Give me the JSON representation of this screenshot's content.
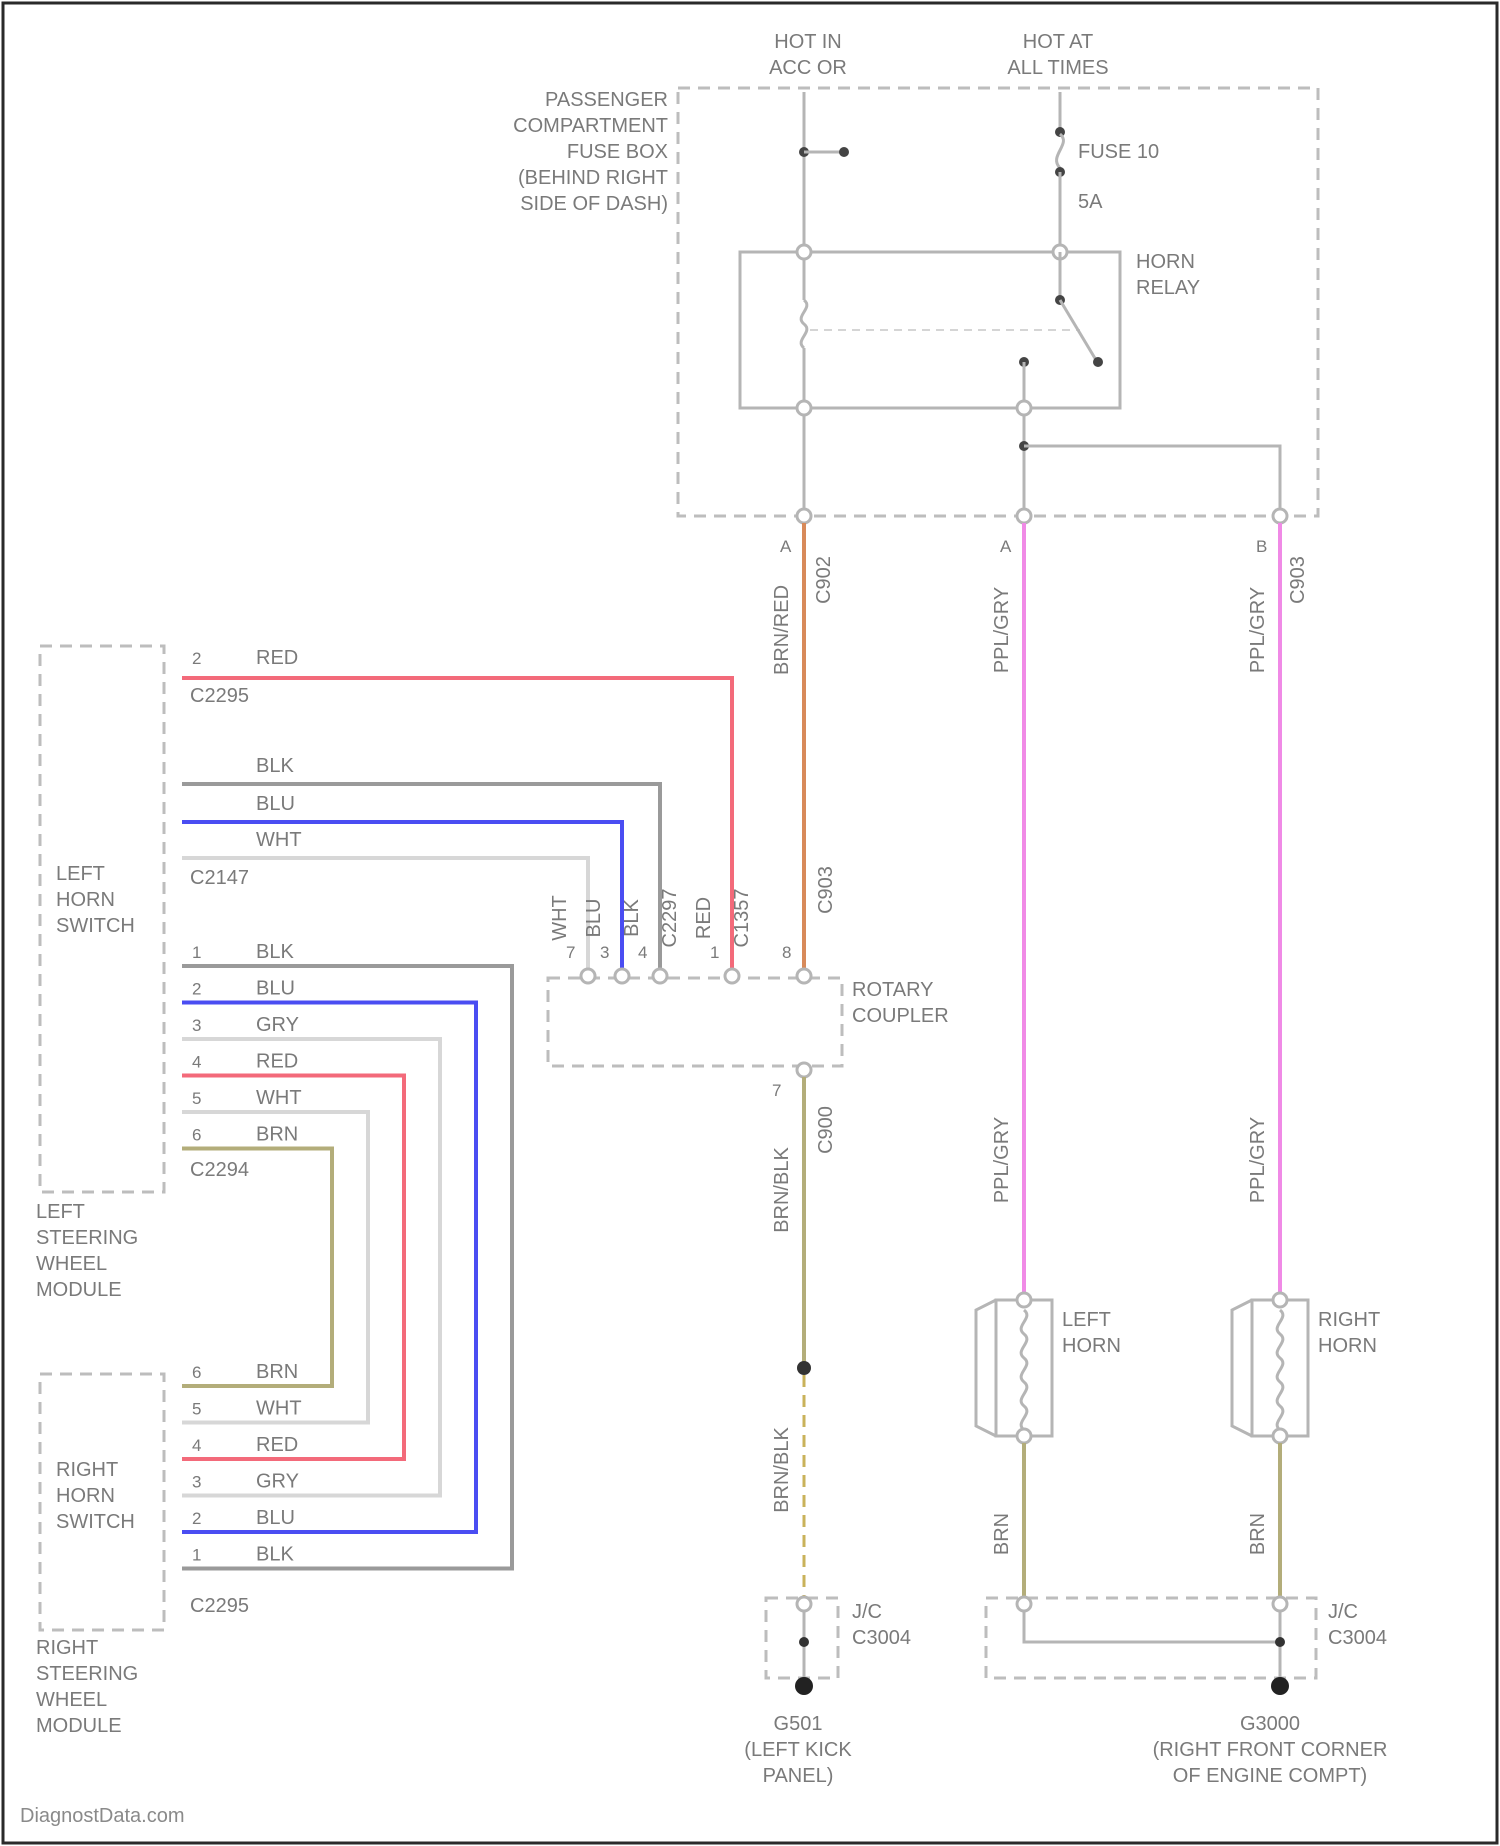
{
  "colors": {
    "red": "#f36a7a",
    "blue": "#4a4df2",
    "gray": "#9a9a9a",
    "light": "#d7d7d7",
    "orange": "#d88a5a",
    "pink": "#f08ae6",
    "tan": "#b3ad7a",
    "frame": "#bdbdbd",
    "text": "#7a7a7a"
  },
  "power": {
    "hot_acc_l1": "HOT IN",
    "hot_acc_l2": "ACC OR",
    "hot_all_l1": "HOT AT",
    "hot_all_l2": "ALL TIMES"
  },
  "fusebox": {
    "l1": "PASSENGER",
    "l2": "COMPARTMENT",
    "l3": "FUSE BOX",
    "l4": "(BEHIND RIGHT",
    "l5": "SIDE OF DASH)",
    "fuse": "FUSE 10",
    "amp": "5A",
    "relay_l1": "HORN",
    "relay_l2": "RELAY"
  },
  "fusebox_out": {
    "pin_a": "A",
    "wire_a": "BRN/RED",
    "conn_a": "C902",
    "pin_b": "A",
    "wire_b": "PPL/GRY",
    "pin_c": "B",
    "wire_c": "PPL/GRY",
    "conn_c": "C903"
  },
  "left_module": {
    "switch_l1": "LEFT",
    "switch_l2": "HORN",
    "switch_l3": "SWITCH",
    "module_l1": "LEFT",
    "module_l2": "STEERING",
    "module_l3": "WHEEL",
    "module_l4": "MODULE",
    "top_pin": "2",
    "top_wire": "RED",
    "top_conn": "C2295",
    "mid_wire1": "BLK",
    "mid_wire2": "BLU",
    "mid_wire3": "WHT",
    "mid_conn": "C2147",
    "conn_bottom": "C2294"
  },
  "right_module": {
    "switch_l1": "RIGHT",
    "switch_l2": "HORN",
    "switch_l3": "SWITCH",
    "module_l1": "RIGHT",
    "module_l2": "STEERING",
    "module_l3": "WHEEL",
    "module_l4": "MODULE",
    "conn": "C2295"
  },
  "left_pins": [
    {
      "pin": "1",
      "wire": "BLK"
    },
    {
      "pin": "2",
      "wire": "BLU"
    },
    {
      "pin": "3",
      "wire": "GRY"
    },
    {
      "pin": "4",
      "wire": "RED"
    },
    {
      "pin": "5",
      "wire": "WHT"
    },
    {
      "pin": "6",
      "wire": "BRN"
    }
  ],
  "right_pins": [
    {
      "pin": "6",
      "wire": "BRN"
    },
    {
      "pin": "5",
      "wire": "WHT"
    },
    {
      "pin": "4",
      "wire": "RED"
    },
    {
      "pin": "3",
      "wire": "GRY"
    },
    {
      "pin": "2",
      "wire": "BLU"
    },
    {
      "pin": "1",
      "wire": "BLK"
    }
  ],
  "rotary": {
    "l1": "ROTARY",
    "l2": "COUPLER",
    "top_labels": [
      "WHT",
      "BLU",
      "BLK",
      "C2297",
      "RED",
      "C1357"
    ],
    "top_pins": [
      "7",
      "3",
      "4",
      "",
      "1",
      "",
      "8"
    ],
    "conn_top": "C903",
    "pin_bottom": "7",
    "conn_bottom": "C900",
    "wire_bottom": "BRN/BLK"
  },
  "lower_left": {
    "wire": "BRN/BLK",
    "jc_l1": "J/C",
    "jc_l2": "C3004",
    "g_l1": "G501",
    "g_l2": "(LEFT KICK",
    "g_l3": "PANEL)"
  },
  "horns": {
    "left_wire": "PPL/GRY",
    "right_wire": "PPL/GRY",
    "left_l1": "LEFT",
    "left_l2": "HORN",
    "right_l1": "RIGHT",
    "right_l2": "HORN",
    "gnd_wire_l": "BRN",
    "gnd_wire_r": "BRN",
    "jc_l1": "J/C",
    "jc_l2": "C3004",
    "g_l1": "G3000",
    "g_l2": "(RIGHT FRONT CORNER",
    "g_l3": "OF ENGINE COMPT)"
  },
  "footer": "DiagnostData.com"
}
